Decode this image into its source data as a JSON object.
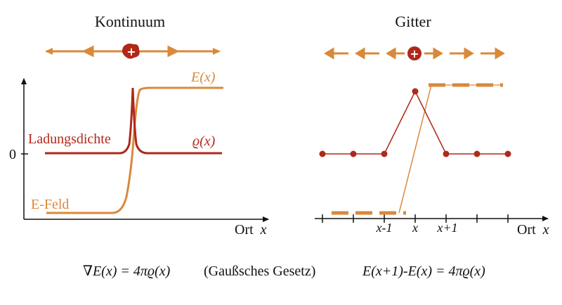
{
  "panels": {
    "left": {
      "title": "Kontinuum",
      "x_axis_label": "Ort",
      "x_axis_var": "x"
    },
    "right": {
      "title": "Gitter",
      "x_axis_label": "Ort",
      "x_axis_var": "x"
    }
  },
  "labels": {
    "zero": "0",
    "charge_density": "Ladungsdichte",
    "e_field": "E-Feld",
    "e_curve": "E(x)",
    "rho_curve": "ϱ(x)",
    "tick_x_minus_1": "x-1",
    "tick_x": "x",
    "tick_x_plus_1": "x+1",
    "charge_symbol": "+"
  },
  "equations": {
    "continuum": "∇E(x) = 4πϱ(x)",
    "gauss_law": "(Gaußsches Gesetz)",
    "lattice": "E(x+1)-E(x) = 4πϱ(x)"
  },
  "colors": {
    "orange": "#d9893a",
    "dark_red": "#b0281a",
    "axis": "#111111"
  }
}
